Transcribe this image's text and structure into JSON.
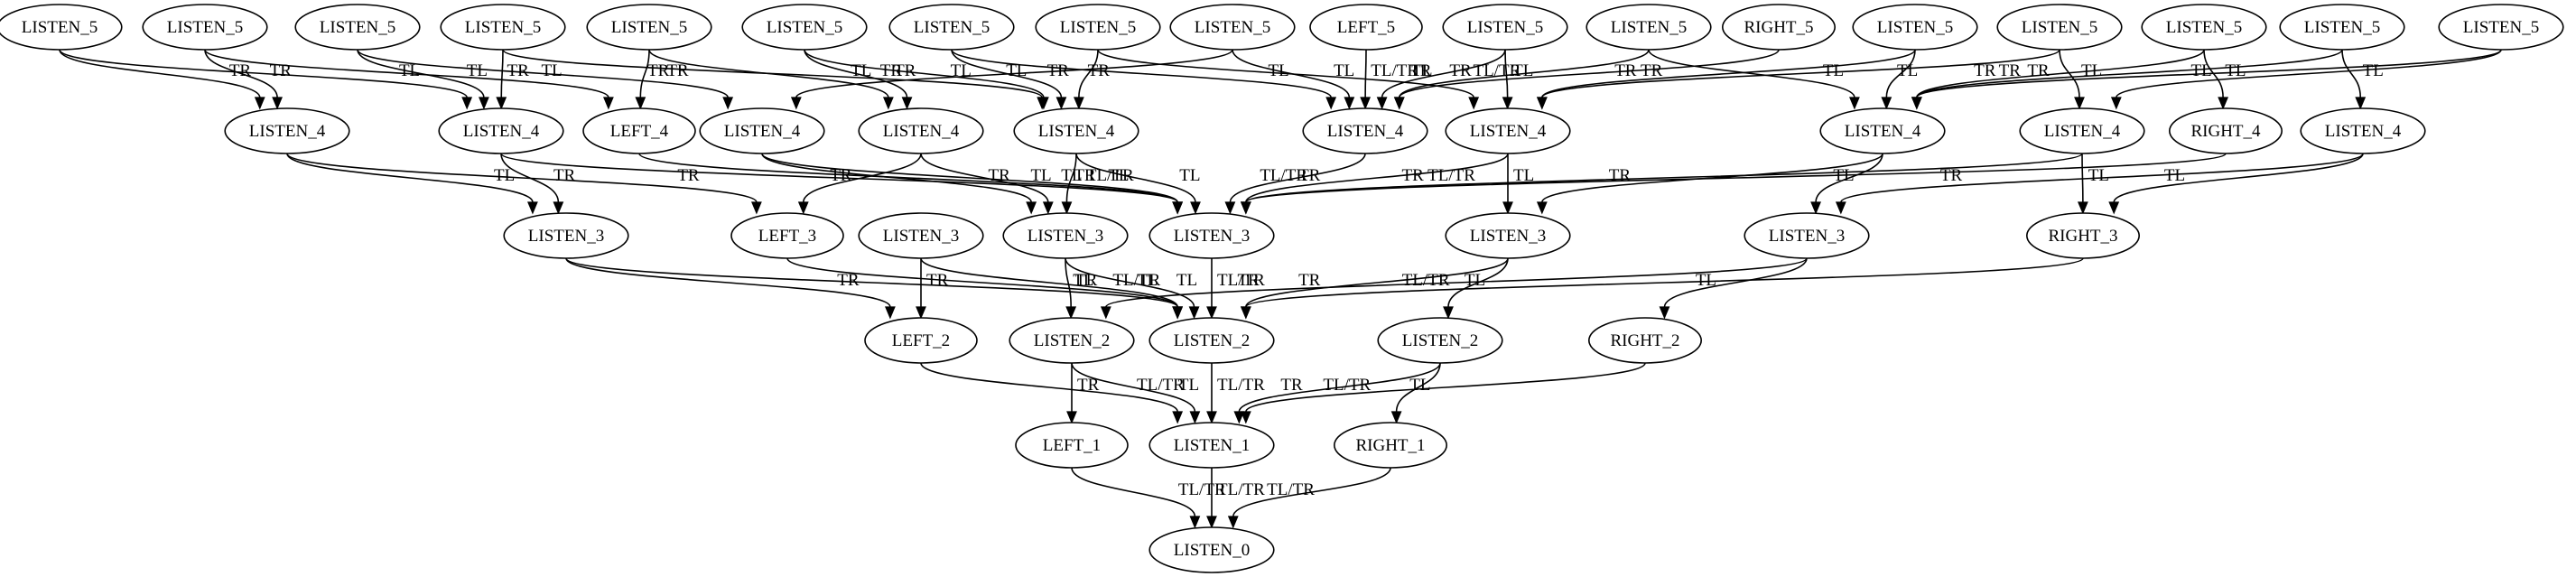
{
  "graph": {
    "nodes": [
      {
        "id": "L5a",
        "label": "LISTEN_5"
      },
      {
        "id": "L5b",
        "label": "LISTEN_5"
      },
      {
        "id": "L5c",
        "label": "LISTEN_5"
      },
      {
        "id": "L5d",
        "label": "LISTEN_5"
      },
      {
        "id": "L5e",
        "label": "LISTEN_5"
      },
      {
        "id": "L5f",
        "label": "LISTEN_5"
      },
      {
        "id": "L5g",
        "label": "LISTEN_5"
      },
      {
        "id": "L5h",
        "label": "LISTEN_5"
      },
      {
        "id": "L5i",
        "label": "LISTEN_5"
      },
      {
        "id": "LF5",
        "label": "LEFT_5"
      },
      {
        "id": "L5k",
        "label": "LISTEN_5"
      },
      {
        "id": "L5l",
        "label": "LISTEN_5"
      },
      {
        "id": "R5",
        "label": "RIGHT_5"
      },
      {
        "id": "L5n",
        "label": "LISTEN_5"
      },
      {
        "id": "L5o",
        "label": "LISTEN_5"
      },
      {
        "id": "L5p",
        "label": "LISTEN_5"
      },
      {
        "id": "L5q",
        "label": "LISTEN_5"
      },
      {
        "id": "L5r",
        "label": "LISTEN_5"
      },
      {
        "id": "L4a",
        "label": "LISTEN_4"
      },
      {
        "id": "L4b",
        "label": "LISTEN_4"
      },
      {
        "id": "LF4",
        "label": "LEFT_4"
      },
      {
        "id": "L4d",
        "label": "LISTEN_4"
      },
      {
        "id": "L4e",
        "label": "LISTEN_4"
      },
      {
        "id": "L4f",
        "label": "LISTEN_4"
      },
      {
        "id": "L4g",
        "label": "LISTEN_4"
      },
      {
        "id": "L4h",
        "label": "LISTEN_4"
      },
      {
        "id": "L4i",
        "label": "LISTEN_4"
      },
      {
        "id": "L4j",
        "label": "LISTEN_4"
      },
      {
        "id": "R4",
        "label": "RIGHT_4"
      },
      {
        "id": "L4l",
        "label": "LISTEN_4"
      },
      {
        "id": "L3a",
        "label": "LISTEN_3"
      },
      {
        "id": "LF3",
        "label": "LEFT_3"
      },
      {
        "id": "L3c",
        "label": "LISTEN_3"
      },
      {
        "id": "L3d",
        "label": "LISTEN_3"
      },
      {
        "id": "L3e",
        "label": "LISTEN_3"
      },
      {
        "id": "L3f",
        "label": "LISTEN_3"
      },
      {
        "id": "L3g",
        "label": "LISTEN_3"
      },
      {
        "id": "R3",
        "label": "RIGHT_3"
      },
      {
        "id": "LF2",
        "label": "LEFT_2"
      },
      {
        "id": "L2a",
        "label": "LISTEN_2"
      },
      {
        "id": "L2b",
        "label": "LISTEN_2"
      },
      {
        "id": "L2c",
        "label": "LISTEN_2"
      },
      {
        "id": "R2",
        "label": "RIGHT_2"
      },
      {
        "id": "LF1",
        "label": "LEFT_1"
      },
      {
        "id": "L1",
        "label": "LISTEN_1"
      },
      {
        "id": "R1",
        "label": "RIGHT_1"
      },
      {
        "id": "L0",
        "label": "LISTEN_0"
      }
    ],
    "edges": [
      {
        "from": "L5a",
        "to": "L4a",
        "label": "TR"
      },
      {
        "from": "L5a",
        "to": "L4b",
        "label": "TL"
      },
      {
        "from": "L5b",
        "to": "L4a",
        "label": "TR"
      },
      {
        "from": "L5b",
        "to": "LF4",
        "label": "TL"
      },
      {
        "from": "L5c",
        "to": "L4b",
        "label": "TL"
      },
      {
        "from": "L5c",
        "to": "L4d",
        "label": "TR"
      },
      {
        "from": "L5d",
        "to": "L4b",
        "label": "TR"
      },
      {
        "from": "L5d",
        "to": "L4f",
        "label": "TL"
      },
      {
        "from": "L5e",
        "to": "LF4",
        "label": "TR"
      },
      {
        "from": "L5e",
        "to": "L4e",
        "label": "TL"
      },
      {
        "from": "L5f",
        "to": "L4e",
        "label": "TR"
      },
      {
        "from": "L5f",
        "to": "L4f",
        "label": "TL"
      },
      {
        "from": "L5g",
        "to": "L4f",
        "label": "TR"
      },
      {
        "from": "L5g",
        "to": "L4g",
        "label": "TL"
      },
      {
        "from": "L5h",
        "to": "L4f",
        "label": "TR"
      },
      {
        "from": "L5h",
        "to": "L4h",
        "label": "TL"
      },
      {
        "from": "L5i",
        "to": "L4d",
        "label": "TR"
      },
      {
        "from": "L5i",
        "to": "L4g",
        "label": "TL"
      },
      {
        "from": "LF5",
        "to": "L4g",
        "label": "TL/TR"
      },
      {
        "from": "L5k",
        "to": "L4g",
        "label": "TR"
      },
      {
        "from": "L5k",
        "to": "L4h",
        "label": "TL"
      },
      {
        "from": "L5l",
        "to": "L4g",
        "label": "TR"
      },
      {
        "from": "L5l",
        "to": "L4i",
        "label": "TL"
      },
      {
        "from": "R5",
        "to": "L4g",
        "label": "TL/TR"
      },
      {
        "from": "L5n",
        "to": "L4h",
        "label": "TR"
      },
      {
        "from": "L5n",
        "to": "L4i",
        "label": "TL"
      },
      {
        "from": "L5o",
        "to": "L4h",
        "label": "TR"
      },
      {
        "from": "L5o",
        "to": "L4j",
        "label": "TL"
      },
      {
        "from": "L5p",
        "to": "L4i",
        "label": "TR"
      },
      {
        "from": "L5p",
        "to": "R4",
        "label": "TL"
      },
      {
        "from": "L5q",
        "to": "L4i",
        "label": "TR"
      },
      {
        "from": "L5q",
        "to": "L4l",
        "label": "TL"
      },
      {
        "from": "L5r",
        "to": "L4i",
        "label": "TR"
      },
      {
        "from": "L5r",
        "to": "L4j",
        "label": "TL"
      },
      {
        "from": "L4a",
        "to": "L3a",
        "label": "TL"
      },
      {
        "from": "L4a",
        "to": "LF3",
        "label": "TR"
      },
      {
        "from": "L4b",
        "to": "L3a",
        "label": "TR"
      },
      {
        "from": "L4b",
        "to": "L3e",
        "label": "TL"
      },
      {
        "from": "LF4",
        "to": "L3e",
        "label": "TL/TR"
      },
      {
        "from": "L4d",
        "to": "L3d",
        "label": "TR"
      },
      {
        "from": "L4d",
        "to": "L3e",
        "label": "TL"
      },
      {
        "from": "L4e",
        "to": "LF3",
        "label": "TR"
      },
      {
        "from": "L4e",
        "to": "L3d",
        "label": "TL"
      },
      {
        "from": "L4f",
        "to": "L3d",
        "label": "TR"
      },
      {
        "from": "L4f",
        "to": "L3e",
        "label": "TL"
      },
      {
        "from": "L4g",
        "to": "L3e",
        "label": "TL/TR"
      },
      {
        "from": "L4h",
        "to": "L3e",
        "label": "TR"
      },
      {
        "from": "L4h",
        "to": "L3f",
        "label": "TL"
      },
      {
        "from": "L4i",
        "to": "L3f",
        "label": "TR"
      },
      {
        "from": "L4i",
        "to": "L3g",
        "label": "TL"
      },
      {
        "from": "L4j",
        "to": "L3e",
        "label": "TR"
      },
      {
        "from": "L4j",
        "to": "R3",
        "label": "TL"
      },
      {
        "from": "R4",
        "to": "L3e",
        "label": "TL/TR"
      },
      {
        "from": "L4l",
        "to": "L3g",
        "label": "TR"
      },
      {
        "from": "L4l",
        "to": "R3",
        "label": "TL"
      },
      {
        "from": "L3a",
        "to": "LF2",
        "label": "TR"
      },
      {
        "from": "L3a",
        "to": "L2b",
        "label": "TL"
      },
      {
        "from": "LF3",
        "to": "L2b",
        "label": "TL/TR"
      },
      {
        "from": "L3c",
        "to": "LF2",
        "label": "TR"
      },
      {
        "from": "L3c",
        "to": "L2b",
        "label": "TL"
      },
      {
        "from": "L3d",
        "to": "L2a",
        "label": "TR"
      },
      {
        "from": "L3d",
        "to": "L2b",
        "label": "TL"
      },
      {
        "from": "L3e",
        "to": "L2b",
        "label": "TL/TR"
      },
      {
        "from": "L3f",
        "to": "L2b",
        "label": "TR"
      },
      {
        "from": "L3f",
        "to": "L2c",
        "label": "TL"
      },
      {
        "from": "L3g",
        "to": "L2a",
        "label": "TR"
      },
      {
        "from": "L3g",
        "to": "R2",
        "label": "TL"
      },
      {
        "from": "R3",
        "to": "L2b",
        "label": "TL/TR"
      },
      {
        "from": "LF2",
        "to": "L1",
        "label": "TL/TR"
      },
      {
        "from": "L2a",
        "to": "LF1",
        "label": "TR"
      },
      {
        "from": "L2a",
        "to": "L1",
        "label": "TL"
      },
      {
        "from": "L2b",
        "to": "L1",
        "label": "TL/TR"
      },
      {
        "from": "L2c",
        "to": "L1",
        "label": "TR"
      },
      {
        "from": "L2c",
        "to": "R1",
        "label": "TL"
      },
      {
        "from": "R2",
        "to": "L1",
        "label": "TL/TR"
      },
      {
        "from": "LF1",
        "to": "L0",
        "label": "TL/TR"
      },
      {
        "from": "L1",
        "to": "L0",
        "label": "TL/TR"
      },
      {
        "from": "R1",
        "to": "L0",
        "label": "TL/TR"
      }
    ]
  }
}
